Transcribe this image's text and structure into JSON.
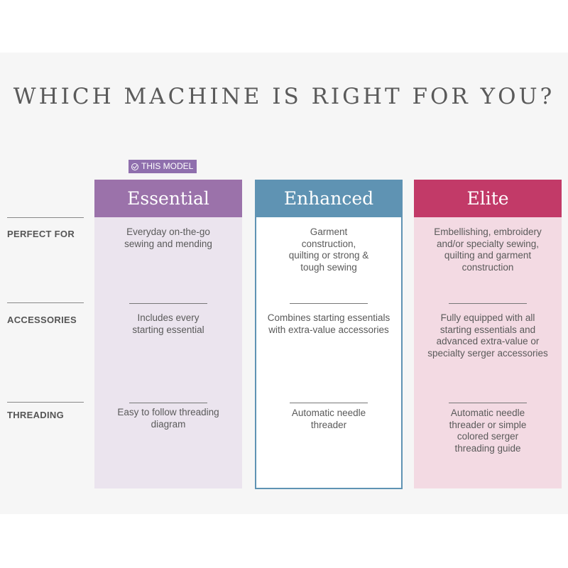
{
  "title": "WHICH MACHINE IS RIGHT FOR YOU?",
  "badge": {
    "label": "THIS MODEL",
    "icon": "check-circle-icon"
  },
  "rows": [
    "PERFECT FOR",
    "ACCESSORIES",
    "THREADING"
  ],
  "colors": {
    "essential": "#9b72aa",
    "enhanced": "#5f93b3",
    "elite": "#c23a68"
  },
  "columns": [
    {
      "name": "Essential",
      "perfect_for": "Everyday on-the-go sewing and mending",
      "accessories": "Includes every starting essential",
      "threading": "Easy to follow threading diagram"
    },
    {
      "name": "Enhanced",
      "perfect_for": "Garment construction, quilting or strong & tough sewing",
      "accessories": "Combines starting essentials with extra-value accessories",
      "threading": "Automatic needle threader"
    },
    {
      "name": "Elite",
      "perfect_for": "Embellishing, embroidery and/or specialty sewing, quilting and garment construction",
      "accessories": "Fully equipped with all starting essentials and advanced extra-value or specialty serger accessories",
      "threading": "Automatic needle threader or simple colored serger threading guide"
    }
  ]
}
